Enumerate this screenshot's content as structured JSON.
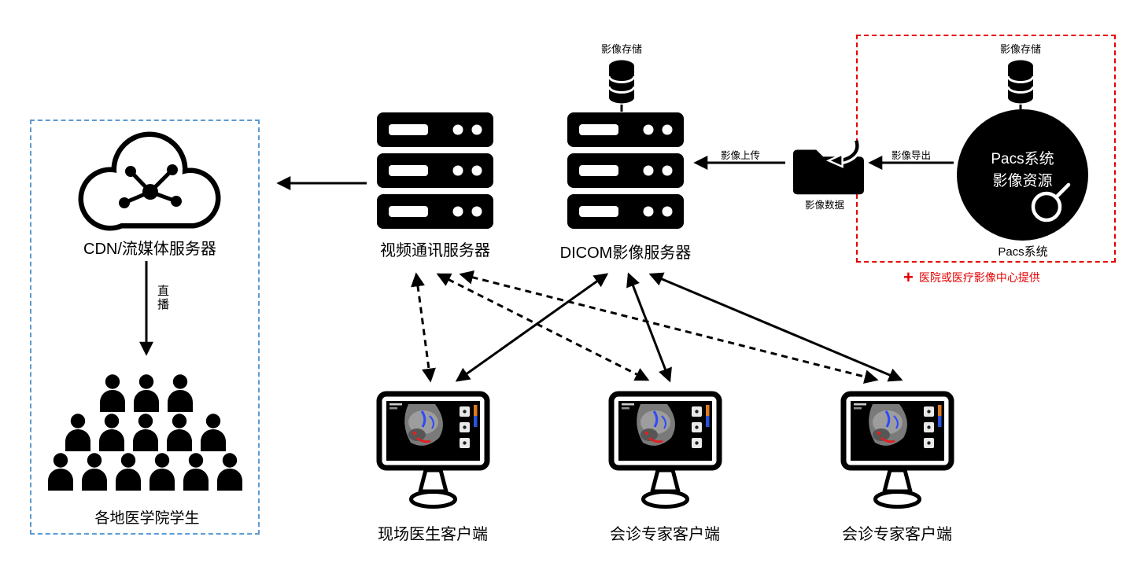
{
  "colors": {
    "box_red": "#e60000",
    "box_blue": "#5b9bd5",
    "ink": "#000000"
  },
  "pacs": {
    "storage_label": "影像存储",
    "circle_title": "Pacs系统",
    "circle_subtitle": "影像资源",
    "caption": "Pacs系统",
    "provider_plus": "+",
    "provider_note": "医院或医疗影像中心提供"
  },
  "dicom": {
    "storage_label": "影像存储",
    "label": "DICOM影像服务器"
  },
  "video_server": {
    "label": "视频通讯服务器"
  },
  "cdn": {
    "label": "CDN/流媒体服务器"
  },
  "live": {
    "label": "直播"
  },
  "students": {
    "label": "各地医学院学生"
  },
  "clients": [
    {
      "label": "现场医生客户端"
    },
    {
      "label": "会诊专家客户端"
    },
    {
      "label": "会诊专家客户端"
    }
  ],
  "flows": {
    "export_label": "影像导出",
    "data_label": "影像数据",
    "upload_label": "影像上传"
  },
  "icons": {
    "storage": "database-cylinder",
    "server": "server-rack",
    "cloud": "cloud-with-network-nodes",
    "folder": "folder-import-arrow",
    "pacs": "black-circle-with-magnifier",
    "client": "monitor-with-ultrasound",
    "students": "people-crowd",
    "plus": "red-plus"
  }
}
